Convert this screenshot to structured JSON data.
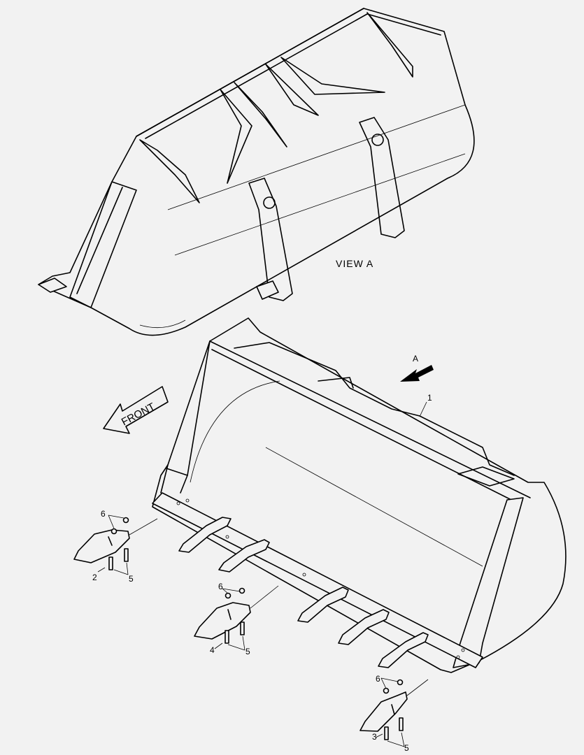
{
  "view_label": "VIEW   A",
  "direction_label": "FRONT",
  "arrow_label": "A",
  "callouts": {
    "bucket": "1",
    "tooth_left": "2",
    "tooth_right": "3",
    "tooth_center": "4",
    "pin_left": "5",
    "pin_center": "5",
    "pin_right": "5",
    "lock_left": "6",
    "lock_center": "6",
    "lock_right": "6"
  }
}
